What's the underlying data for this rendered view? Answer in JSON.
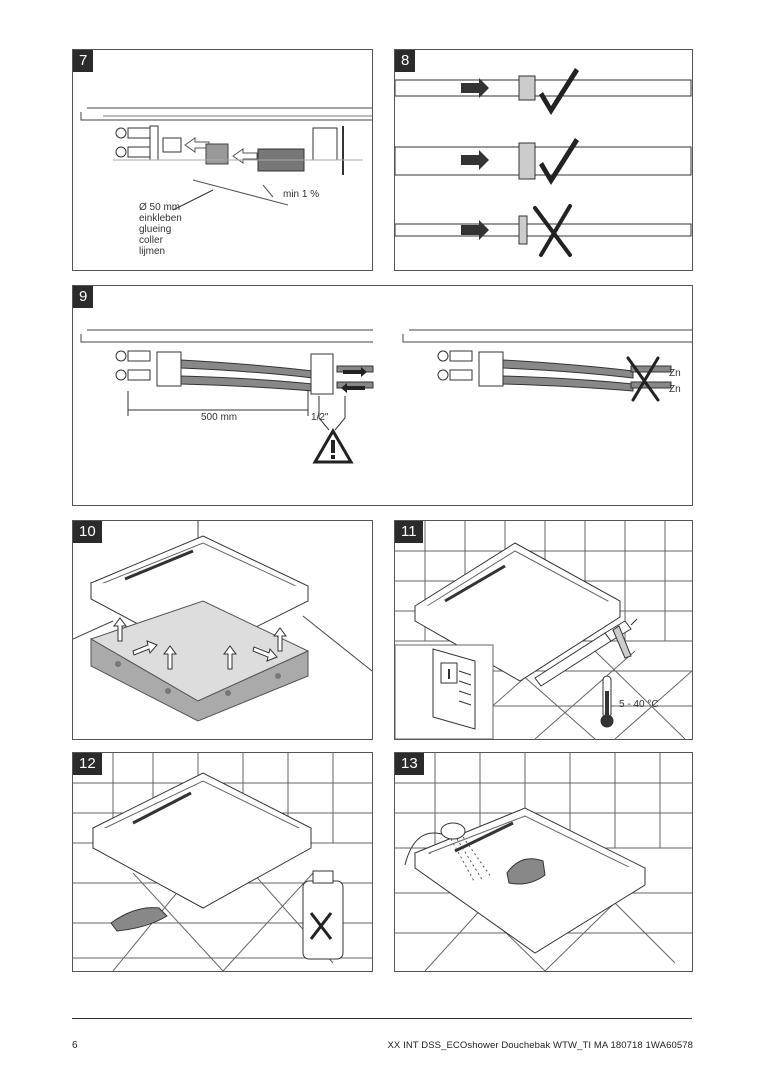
{
  "steps": [
    {
      "num": "7"
    },
    {
      "num": "8"
    },
    {
      "num": "9"
    },
    {
      "num": "10"
    },
    {
      "num": "11"
    },
    {
      "num": "12"
    },
    {
      "num": "13"
    }
  ],
  "step7": {
    "slope": "min 1 %",
    "labels": [
      "Ø 50 mm",
      "einkleben",
      "glueing",
      "coller",
      "lijmen"
    ]
  },
  "step9": {
    "distance": "500 mm",
    "thread": "1/2\"",
    "zn1": "Zn",
    "zn2": "Zn"
  },
  "step11": {
    "temperature": "5 - 40 °C"
  },
  "footer": {
    "page_number": "6",
    "doc_reference": "XX INT DSS_ECOshower Douchebak WTW_TI MA 180718 1WA60578"
  }
}
